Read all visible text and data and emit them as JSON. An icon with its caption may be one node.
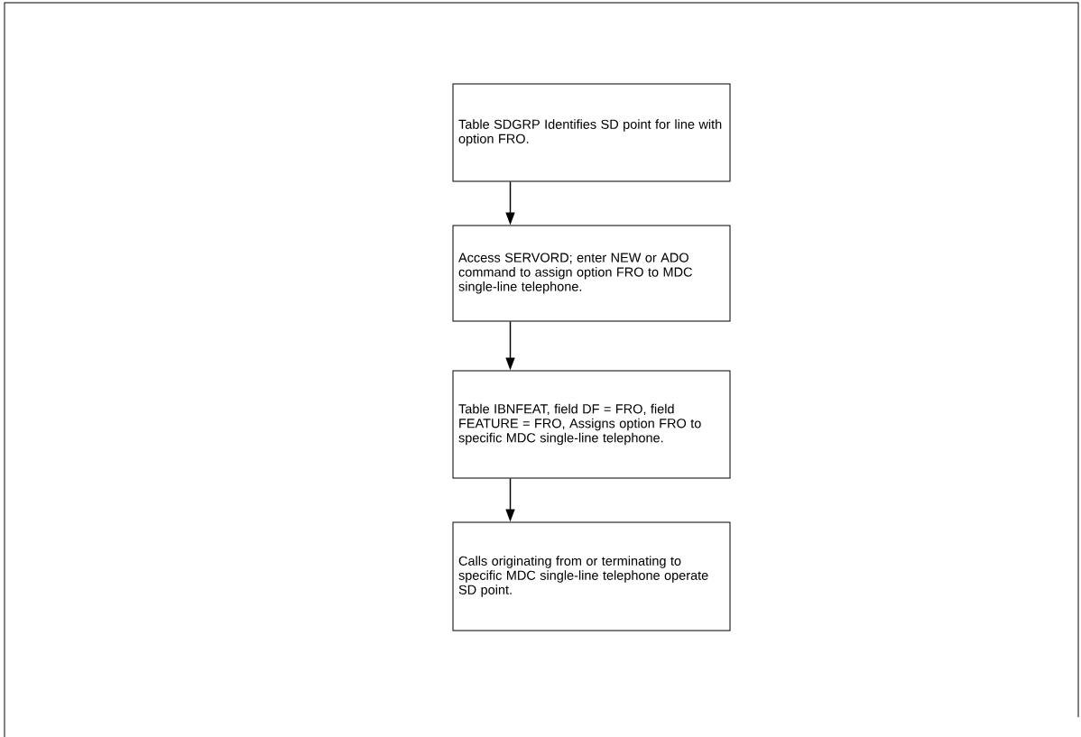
{
  "diagram": {
    "nodes": [
      {
        "text": [
          "Table SDGRP Identifies SD point for line with option FRO."
        ]
      },
      {
        "text": [
          "Access SERVORD; enter NEW or ADO command to assign option FRO to MDC single-line telephone."
        ]
      },
      {
        "text": [
          "Table IBNFEAT, field DF = FRO, field FEATURE = FRO, Assigns option FRO to specific MDC single-line telephone."
        ]
      },
      {
        "text": [
          "Calls originating from or terminating to specific MDC single-line telephone operate SD point."
        ]
      }
    ],
    "edges": [
      {
        "from": 0,
        "to": 1,
        "arrow": "to"
      },
      {
        "from": 1,
        "to": 2,
        "arrow": "to"
      },
      {
        "from": 2,
        "to": 3,
        "arrow": "to"
      }
    ]
  }
}
